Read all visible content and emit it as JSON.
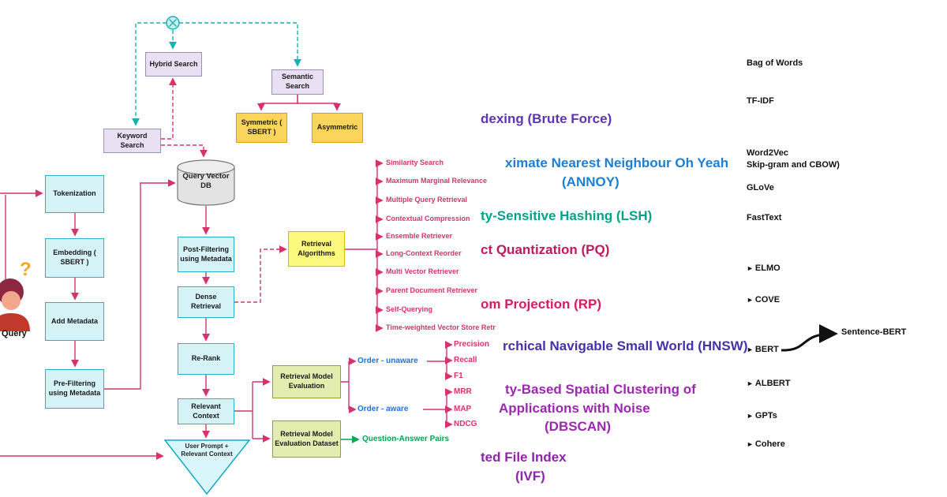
{
  "icons": {
    "arrowhead": "►",
    "question_mark": "?"
  },
  "colors": {
    "flow_pink": "#d6336c",
    "teal_dashed": "#12b5ab",
    "cyan_box": "#d6f3f8",
    "lavender_box": "#e9e0f3",
    "orange_box": "#fbd45c",
    "yellow_box": "#fdf87e",
    "green_box": "#e4edb0",
    "blue_label": "#1a73e8",
    "green_label": "#00a650"
  },
  "avatar": {
    "label": "Query"
  },
  "pipeline": {
    "hybrid_search": "Hybrid Search",
    "keyword_search": "Keyword Search",
    "semantic_search": "Semantic Search",
    "symmetric": "Symmetric ( SBERT )",
    "asymmetric": "Asymmetric",
    "tokenization": "Tokenization",
    "embedding": "Embedding ( SBERT )",
    "add_metadata": "Add Metadata",
    "pre_filtering": "Pre-Filtering using Metadata",
    "query_vector_db": "Query Vector DB",
    "post_filtering": "Post-Filtering using Metadata",
    "dense_retrieval": "Dense Retrieval",
    "re_rank": "Re-Rank",
    "relevant_context": "Relevant Context",
    "user_prompt": "User Prompt + Relevant Context"
  },
  "retrieval": {
    "label": "Retrieval Algorithms",
    "items": [
      "Similarity Search",
      "Maximum Marginal Relevance",
      "Multiple Query Retrieval",
      "Contextual Compression",
      "Ensemble Retriever",
      "Long-Context Reorder",
      "Multi Vector Retriever",
      "Parent Document Retriever",
      "Self-Querying",
      "Time-weighted Vector Store Retr"
    ]
  },
  "evaluation": {
    "model_eval": "Retrieval Model Evaluation",
    "dataset": "Retrieval Model Evaluation Dataset",
    "order_unaware": {
      "label": "Order - unaware",
      "metrics": [
        "Precision",
        "Recall",
        "F1"
      ]
    },
    "order_aware": {
      "label": "Order - aware",
      "metrics": [
        "MRR",
        "MAP",
        "NDCG"
      ]
    },
    "qa_pairs": "Question-Answer Pairs"
  },
  "indexing_headings": {
    "brute_force": "dexing (Brute Force)",
    "annoy_line1": "ximate Nearest Neighbour Oh Yeah",
    "annoy_line2": "(ANNOY)",
    "lsh": "ty-Sensitive Hashing (LSH)",
    "pq": "ct Quantization (PQ)",
    "rp": "om Projection (RP)",
    "hnsw": "rchical Navigable Small World (HNSW)",
    "dbscan_line1": "ty-Based Spatial Clustering of",
    "dbscan_line2": "Applications with Noise",
    "dbscan_line3": "(DBSCAN)",
    "ivf_line1": "ted File Index",
    "ivf_line2": "(IVF)"
  },
  "embeddings_column": {
    "items": [
      "Bag of Words",
      "TF-IDF",
      "Word2Vec",
      "Skip-gram and CBOW)",
      "GLoVe",
      "FastText",
      "ELMO",
      "COVE",
      "BERT",
      "ALBERT",
      "GPTs",
      "Cohere"
    ],
    "sentence_bert": "Sentence-BERT"
  }
}
